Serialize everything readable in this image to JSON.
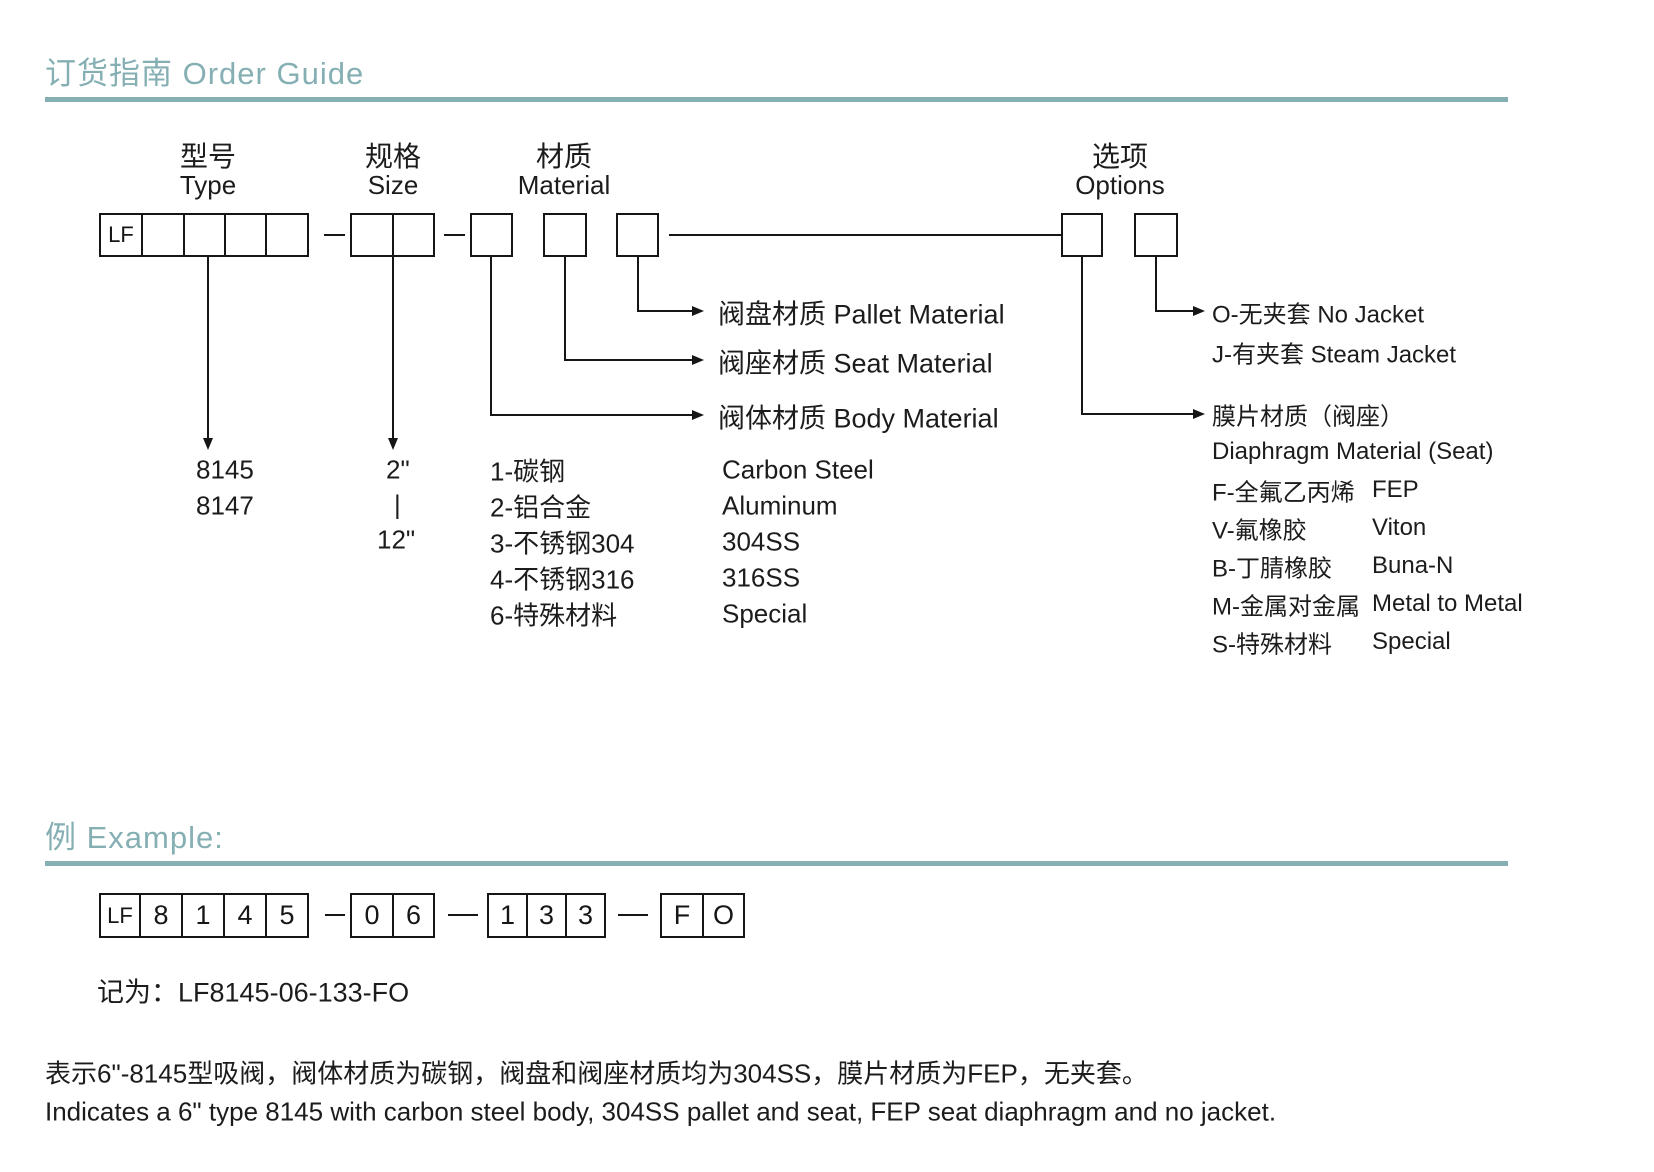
{
  "page": {
    "title": "订货指南 Order Guide",
    "example_title": "例 Example:",
    "accent_color": "#85AFB3"
  },
  "columns": {
    "type": {
      "zh": "型号",
      "en": "Type"
    },
    "size": {
      "zh": "规格",
      "en": "Size"
    },
    "material": {
      "zh": "材质",
      "en": "Material"
    },
    "options": {
      "zh": "选项",
      "en": "Options"
    }
  },
  "boxes": {
    "type_cells": [
      "LF",
      "",
      "",
      "",
      ""
    ],
    "size_cells": [
      "",
      ""
    ],
    "material_cells": [
      "",
      "",
      ""
    ],
    "options_cells": [
      "",
      ""
    ]
  },
  "callouts": {
    "pallet": "阀盘材质 Pallet Material",
    "seat": "阀座材质 Seat Material",
    "body": "阀体材质 Body Material",
    "no_jacket": "O-无夹套 No Jacket",
    "steam_jacket": "J-有夹套 Steam Jacket",
    "diaphragm_zh": "膜片材质（阀座）",
    "diaphragm_en": "Diaphragm Material (Seat)"
  },
  "type_list": [
    "8145",
    "8147"
  ],
  "size_list": {
    "first": "2\"",
    "separator": "|",
    "last": "12\""
  },
  "material_list": [
    {
      "code": "1-碳钢",
      "name": "Carbon Steel"
    },
    {
      "code": "2-铝合金",
      "name": "Aluminum"
    },
    {
      "code": "3-不锈钢304",
      "name": "304SS"
    },
    {
      "code": "4-不锈钢316",
      "name": "316SS"
    },
    {
      "code": "6-特殊材料",
      "name": "Special"
    }
  ],
  "diaphragm_list": [
    {
      "code": "F-全氟乙丙烯",
      "name": "FEP"
    },
    {
      "code": "V-氟橡胶",
      "name": "Viton"
    },
    {
      "code": "B-丁腈橡胶",
      "name": "Buna-N"
    },
    {
      "code": "M-金属对金属",
      "name": "Metal to Metal"
    },
    {
      "code": "S-特殊材料",
      "name": "Special"
    }
  ],
  "example": {
    "cells_type": [
      "LF",
      "8",
      "1",
      "4",
      "5"
    ],
    "cells_size": [
      "0",
      "6"
    ],
    "cells_material": [
      "1",
      "3",
      "3"
    ],
    "cells_options": [
      "F",
      "O"
    ],
    "result": "记为：LF8145-06-133-FO",
    "desc_zh": "表示6\"-8145型吸阀，阀体材质为碳钢，阀盘和阀座材质均为304SS，膜片材质为FEP，无夹套。",
    "desc_en": "Indicates a 6\" type 8145 with carbon steel body, 304SS pallet and seat, FEP seat diaphragm and no jacket."
  }
}
